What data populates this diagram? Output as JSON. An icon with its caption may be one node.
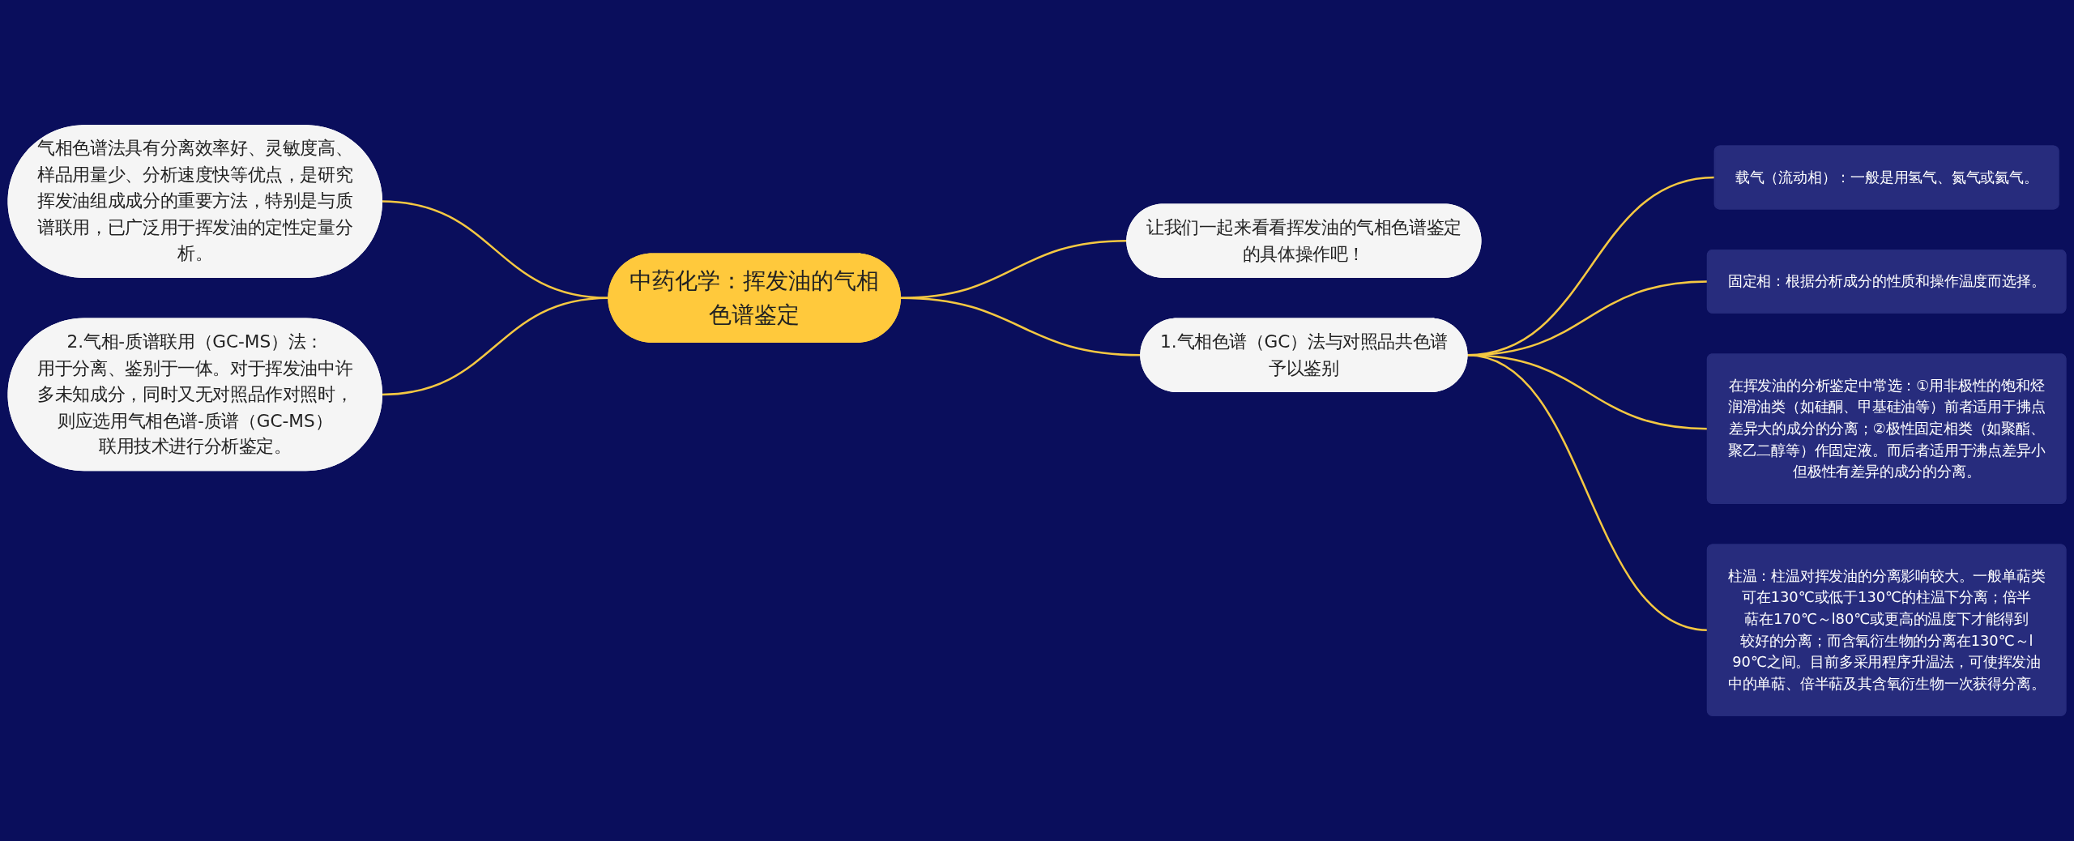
{
  "diagram": {
    "nodes": [
      {
        "text": [
          "中药化学：挥发油的气相色谱鉴定"
        ]
      },
      {
        "text": [
          "气相色谱法具有分离效率好、灵敏度高、样品用量少、分析速度快等优点，是研究挥发油组成成分的重要方法，特别是与质谱联用，已广泛用于挥发油的定性定量分析。"
        ]
      },
      {
        "text": [
          "2.气相-质谱联用（GC-MS）法：用于分离、鉴别于一体。对于挥发油中许多未知成分，同时又无对照品作对照时，则应选用气相色谱-质谱（GC-MS）联用技术进行分析鉴定。"
        ]
      },
      {
        "text": [
          "让我们一起来看看挥发油的气相色谱鉴定的具体操作吧！"
        ]
      },
      {
        "text": [
          "1.气相色谱（GC）法与对照品共色谱予以鉴别"
        ]
      },
      {
        "text": [
          "载气（流动相）：一般是用氢气、氮气或氦气。"
        ]
      },
      {
        "text": [
          "固定相：根据分析成分的性质和操作温度而选择。"
        ]
      },
      {
        "text": [
          "在挥发油的分析鉴定中常选：①用非极性的饱和烃润滑油类（如硅酮、甲基硅油等）前者适用于拂点差异大的成分的分离；②极性固定相类（如聚酯、聚乙二醇等）作固定液。而后者适用于沸点差异小但极性有差异的成分的分离。"
        ]
      },
      {
        "text": [
          "柱温：柱温对挥发油的分离影响较大。一般单萜类可在130℃或低于130℃的柱温下分离；倍半萜在170℃～l80℃或更高的温度下才能得到较好的分离；而含氧衍生物的分离在130℃～l90℃之间。目前多采用程序升温法，可使挥发油中的单萜、倍半萜及其含氧衍生物一次获得分离。"
        ]
      }
    ],
    "edges": [
      {
        "from": 1,
        "to": 0,
        "arrow": "none"
      },
      {
        "from": 2,
        "to": 0,
        "arrow": "none"
      },
      {
        "from": 0,
        "to": 3,
        "arrow": "none"
      },
      {
        "from": 0,
        "to": 4,
        "arrow": "none"
      },
      {
        "from": 4,
        "to": 5,
        "arrow": "none"
      },
      {
        "from": 4,
        "to": 6,
        "arrow": "none"
      },
      {
        "from": 4,
        "to": 7,
        "arrow": "none"
      },
      {
        "from": 4,
        "to": 8,
        "arrow": "none"
      }
    ]
  }
}
